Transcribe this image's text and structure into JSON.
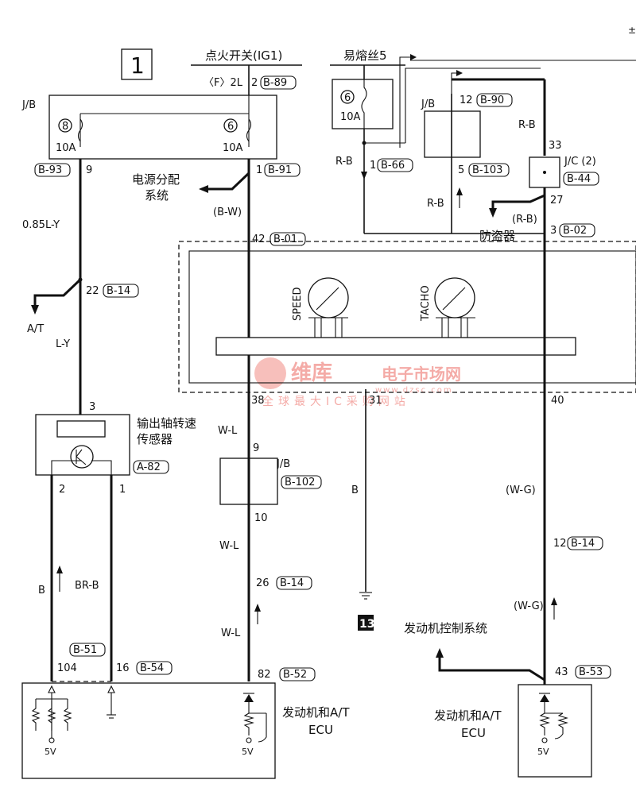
{
  "page_number": "1",
  "top_right_mark": "±",
  "sources": {
    "ignition_switch": "点火开关(IG1)",
    "ignition_pin": "〈F〉2L",
    "fusible_link": "易熔丝5"
  },
  "connectors": {
    "b89": "B-89",
    "b93": "B-93",
    "b91": "B-91",
    "b01": "B-01",
    "b14": "B-14",
    "a82": "A-82",
    "b102": "B-102",
    "b14b": "B-14",
    "b51": "B-51",
    "b54": "B-54",
    "b52": "B-52",
    "b90": "B-90",
    "b66": "B-66",
    "b103": "B-103",
    "b44": "B-44",
    "b02": "B-02",
    "b53": "B-53"
  },
  "fuses": {
    "f8": {
      "num": "8",
      "rating": "10A"
    },
    "f6": {
      "num": "6",
      "rating": "10A"
    },
    "f6b": {
      "num": "6",
      "rating": "10A"
    }
  },
  "blocks": {
    "jb": "J/B",
    "jb2": "J/B",
    "jb3": "J/B",
    "jc": "J/C (2)"
  },
  "labels": {
    "power_dist": "电源分配",
    "power_dist2": "系统",
    "at": "A/T",
    "sensor1": "输出轴转速",
    "sensor2": "传感器",
    "antitheft": "防盗器",
    "engine_ctrl": "发动机控制系统",
    "ecu1_line1": "发动机和A/T",
    "ecu1_line2": "ECU",
    "ecu2_line1": "发动机和A/T",
    "ecu2_line2": "ECU",
    "speed": "SPEED",
    "tacho": "TACHO",
    "ground_num": "13",
    "v5a": "5V",
    "v5b": "5V",
    "v5c": "5V"
  },
  "wires": {
    "w_085ly": "0.85L-Y",
    "w_ly": "L-Y",
    "w_bw": "(B-W)",
    "w_wl1": "W-L",
    "w_wl2": "W-L",
    "w_wl3": "W-L",
    "w_b": "B",
    "w_brb": "BR-B",
    "w_b2": "B",
    "w_rb1": "R-B",
    "w_rb2": "R-B",
    "w_rb3": "R-B",
    "w_rb4": "(R-B)",
    "w_wg1": "(W-G)",
    "w_wg2": "(W-G)"
  },
  "pins": {
    "p2": "2",
    "p9": "9",
    "p1": "1",
    "p42": "42",
    "p22": "22",
    "p3": "3",
    "s2": "2",
    "s1": "1",
    "p38": "38",
    "p31": "31",
    "p40": "40",
    "j9": "9",
    "j10": "10",
    "p26": "26",
    "p104": "104",
    "p16": "16",
    "p82": "82",
    "p12a": "12",
    "p1b": "1",
    "p5": "5",
    "p33": "33",
    "p27": "27",
    "p3b": "3",
    "p12b": "12",
    "p43": "43"
  },
  "watermark": {
    "brand": "维库",
    "site": "电子市场网",
    "url": "www.dzsc.com",
    "slogan": "全球最大IC采购网站"
  }
}
